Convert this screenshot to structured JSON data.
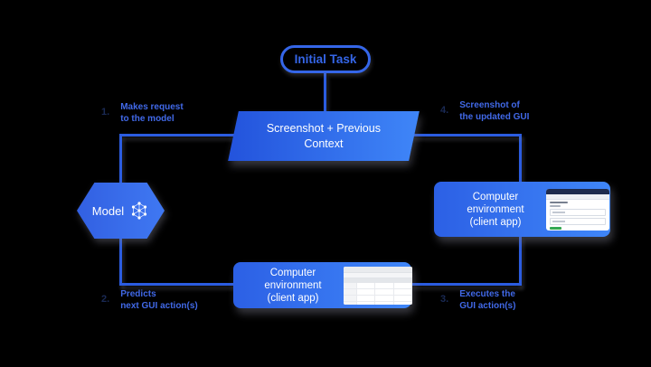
{
  "meta": {
    "background": "#000000",
    "description": "Computer-use model agent loop diagram"
  },
  "colors": {
    "connector_blue": "#2b5ce0",
    "pill_blue": "#3566e8",
    "shape_gradient_start": "#2353dc",
    "shape_gradient_end": "#3f86f8",
    "label_blue": "#4169e8",
    "step_number_navy": "#1a2a55",
    "green_accent": "#34a853",
    "node_text": "#ffffff"
  },
  "nodes": {
    "initial_task": {
      "label": "Initial Task"
    },
    "context": {
      "line1": "Screenshot + Previous",
      "line2": "Context"
    },
    "model": {
      "label": "Model",
      "icon": "network-icon"
    },
    "env_right": {
      "line1": "Computer environment",
      "line2": "(client app)",
      "thumbnail": "web-app-screenshot"
    },
    "env_bottom": {
      "line1": "Computer environment",
      "line2": "(client app)",
      "thumbnail": "spreadsheet-screenshot"
    }
  },
  "steps": [
    {
      "num": "1.",
      "line1": "Makes request",
      "line2": "to the model"
    },
    {
      "num": "2.",
      "line1": "Predicts",
      "line2": "next GUI action(s)"
    },
    {
      "num": "3.",
      "line1": "Executes the",
      "line2": "GUI action(s)"
    },
    {
      "num": "4.",
      "line1": "Screenshot of",
      "line2": "the updated GUI"
    }
  ]
}
